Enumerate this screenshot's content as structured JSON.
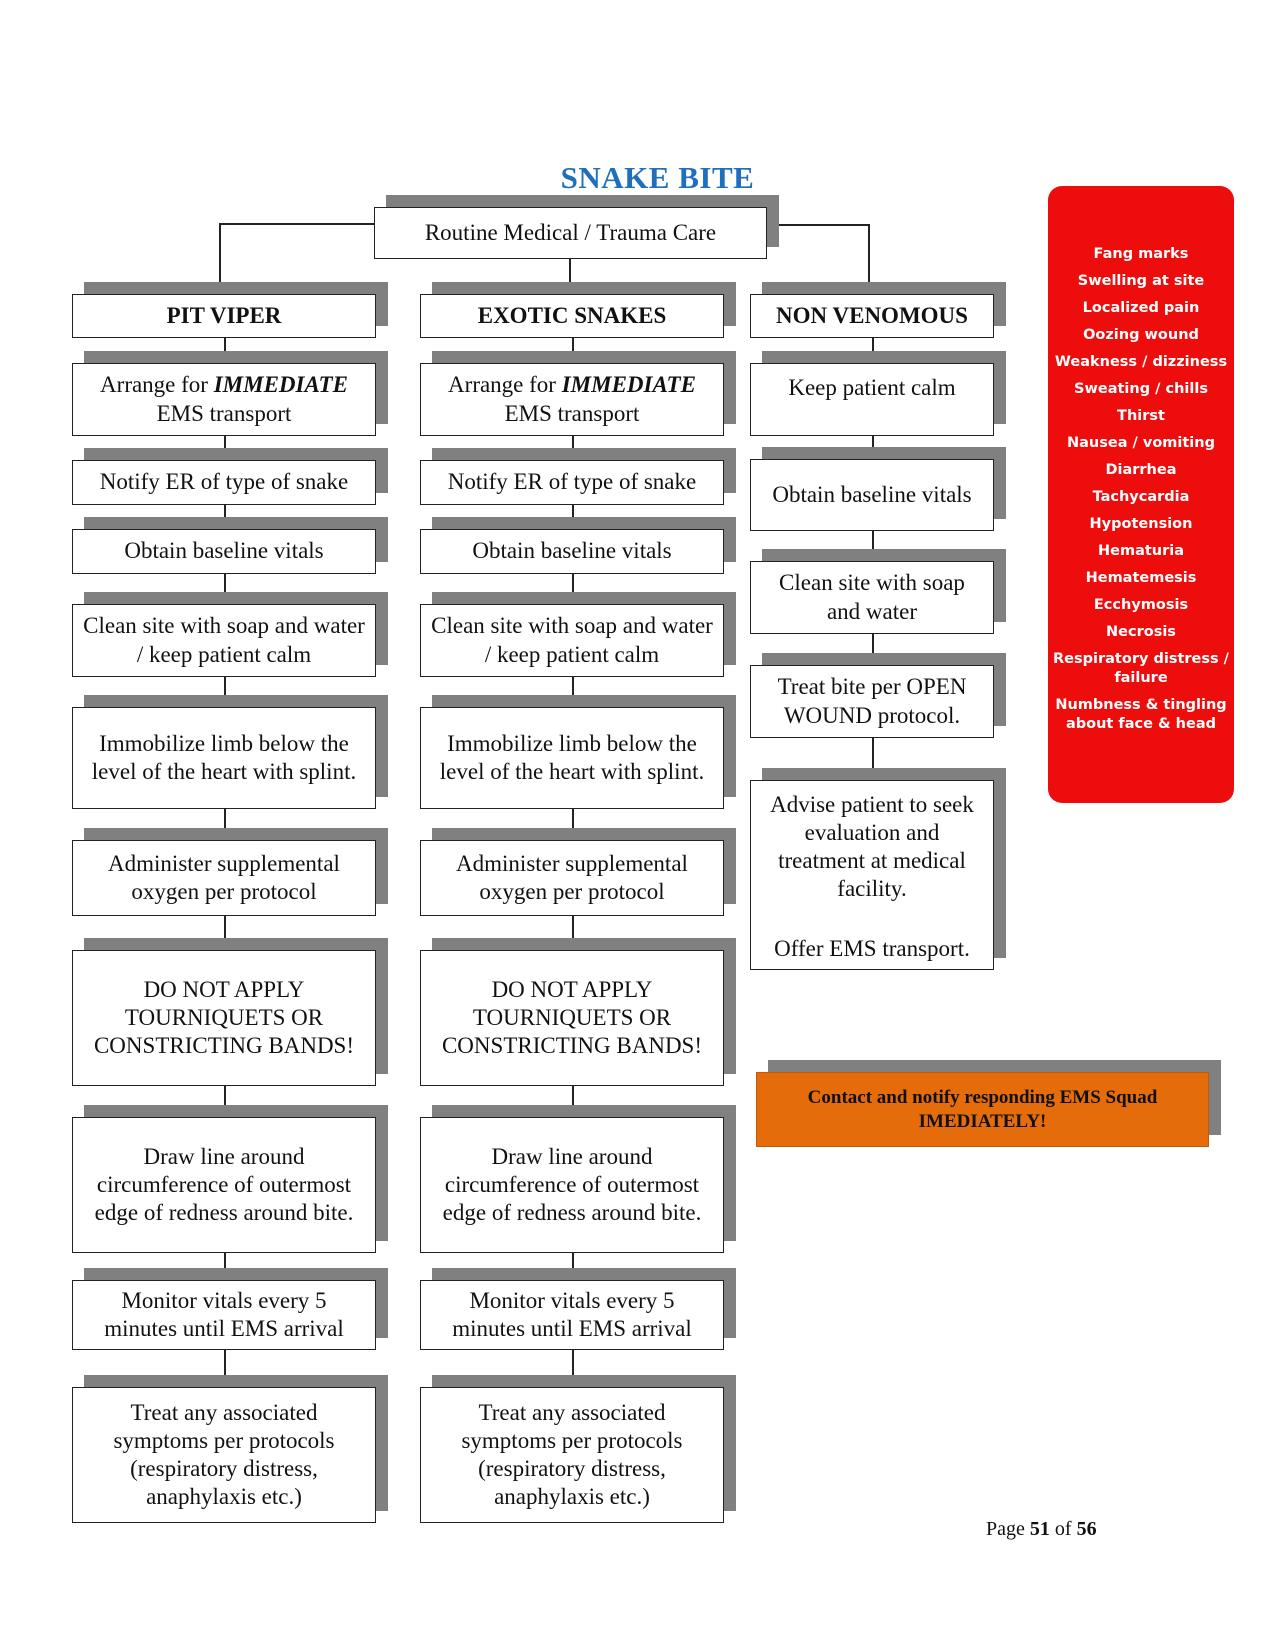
{
  "title": "SNAKE BITE",
  "root": "Routine Medical / Trauma Care",
  "columns": [
    {
      "header": "PIT VIPER",
      "steps": [
        {
          "pre": "Arrange for ",
          "em": "IMMEDIATE",
          "post": " EMS transport"
        },
        {
          "text": "Notify ER of type of snake"
        },
        {
          "text": "Obtain baseline vitals"
        },
        {
          "text": "Clean site with soap and water / keep patient calm"
        },
        {
          "text": "Immobilize limb below the level of the heart with splint."
        },
        {
          "text": "Administer supplemental oxygen per protocol"
        },
        {
          "text": "DO NOT APPLY TOURNIQUETS OR CONSTRICTING BANDS!"
        },
        {
          "text": "Draw line around circumference of outermost edge of redness around bite."
        },
        {
          "text": "Monitor vitals every 5 minutes until EMS arrival"
        },
        {
          "text": "Treat any associated symptoms per protocols (respiratory distress, anaphylaxis etc.)"
        }
      ]
    },
    {
      "header": "EXOTIC SNAKES",
      "steps": [
        {
          "pre": "Arrange for ",
          "em": "IMMEDIATE",
          "post": " EMS transport"
        },
        {
          "text": "Notify ER of type of snake"
        },
        {
          "text": "Obtain baseline vitals"
        },
        {
          "text": "Clean site with soap and water / keep patient calm"
        },
        {
          "text": "Immobilize limb below the level of the heart with splint."
        },
        {
          "text": "Administer supplemental oxygen per protocol"
        },
        {
          "text": "DO NOT APPLY TOURNIQUETS OR CONSTRICTING BANDS!"
        },
        {
          "text": "Draw line around circumference of outermost edge of redness around bite."
        },
        {
          "text": "Monitor vitals every 5 minutes until EMS arrival"
        },
        {
          "text": "Treat any associated symptoms per protocols (respiratory distress, anaphylaxis etc.)"
        }
      ]
    },
    {
      "header": "NON VENOMOUS",
      "steps": [
        {
          "text": "Keep patient calm"
        },
        {
          "text": "Obtain baseline vitals"
        },
        {
          "text": "Clean site with soap and water"
        },
        {
          "text": "Treat bite per OPEN WOUND protocol."
        },
        {
          "text": "Advise patient to seek evaluation and treatment at medical facility.",
          "extra": "Offer EMS transport."
        }
      ]
    }
  ],
  "symptoms": [
    "Fang marks",
    "Swelling at site",
    "Localized pain",
    "Oozing wound",
    "Weakness / dizziness",
    "Sweating / chills",
    "Thirst",
    "Nausea / vomiting",
    "Diarrhea",
    "Tachycardia",
    "Hypotension",
    "Hematuria",
    "Hematemesis",
    "Ecchymosis",
    "Necrosis",
    "Respiratory distress / failure",
    "Numbness & tingling about face & head"
  ],
  "notify": "Contact and notify responding EMS Squad IMEDIATELY!",
  "page": {
    "prefix": "Page ",
    "current": "51",
    "sep": " of ",
    "total": "56"
  },
  "colors": {
    "title": "#1f6fbf",
    "symptoms_bg": "#ee0d0d",
    "notify_bg": "#e46c0a",
    "shadow": "#808080"
  }
}
